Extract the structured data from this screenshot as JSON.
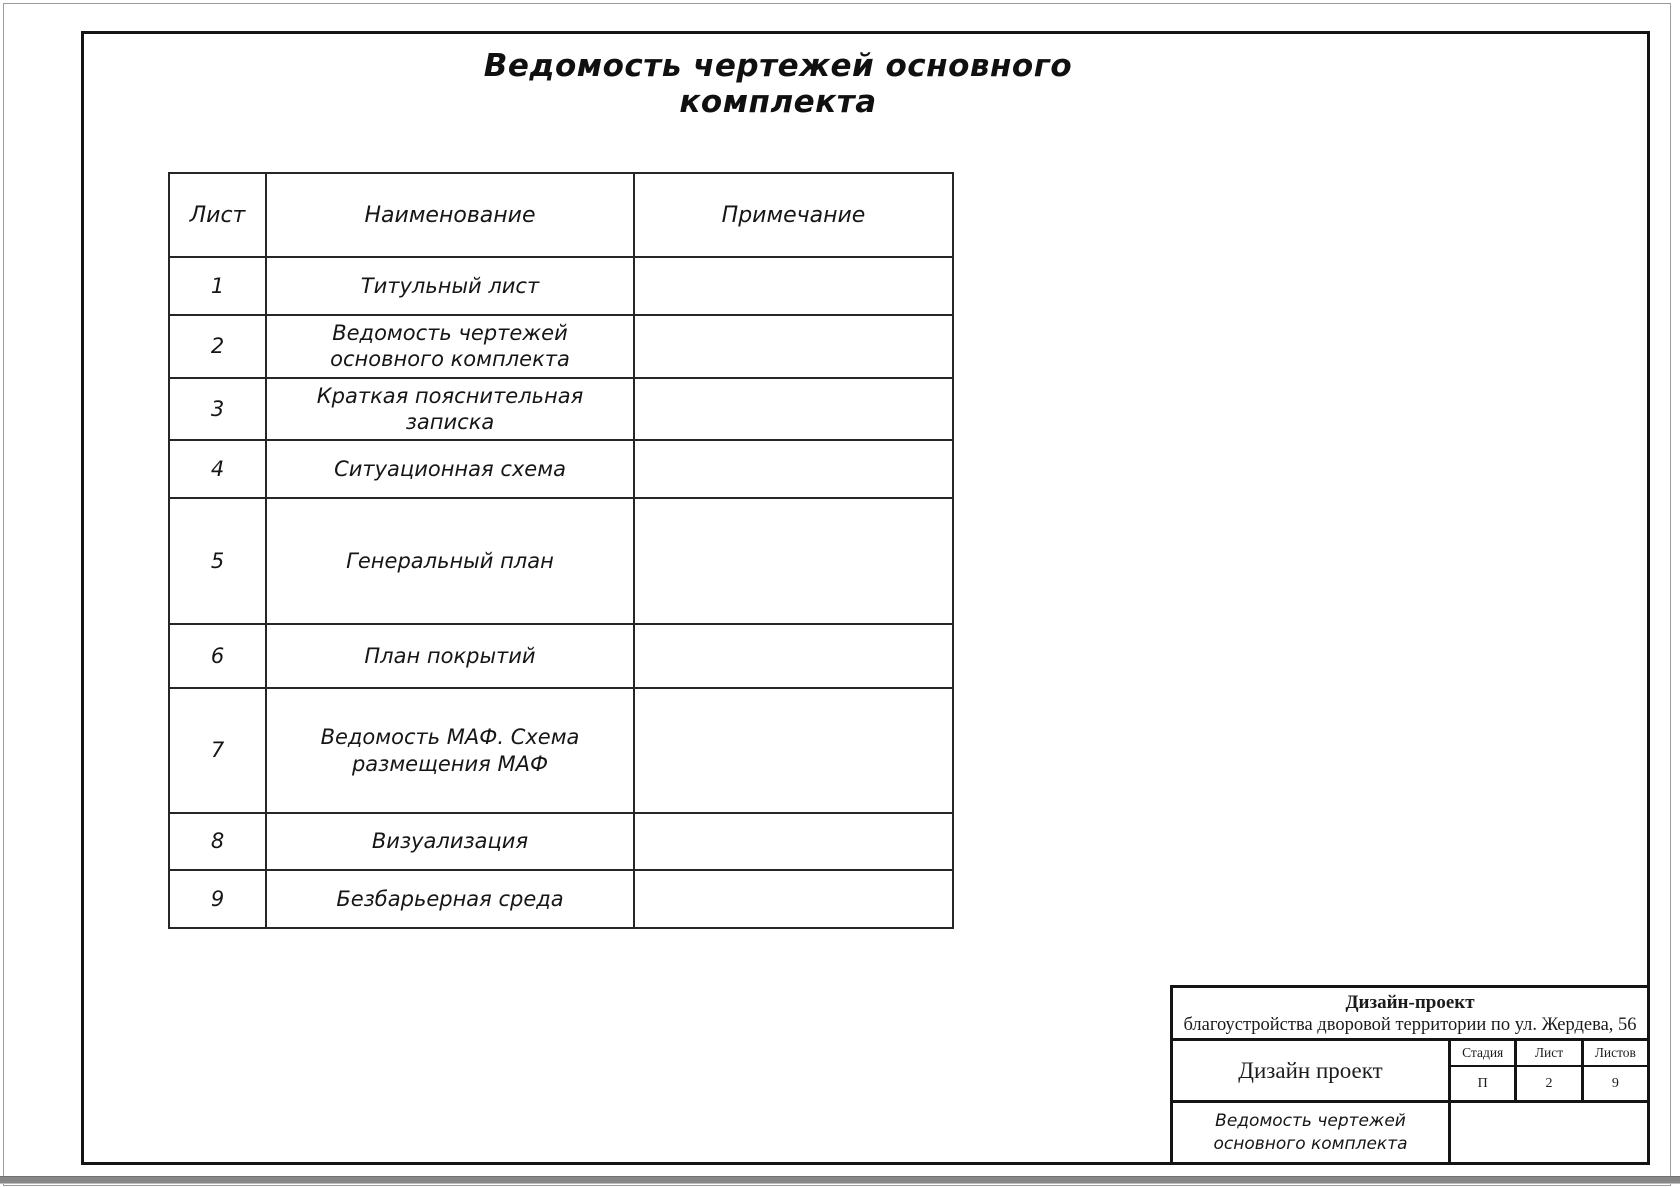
{
  "page": {
    "title": "Ведомость чертежей основного комплекта"
  },
  "table": {
    "headers": {
      "sheet": "Лист",
      "name": "Наименование",
      "note": "Примечание"
    },
    "rows": [
      {
        "sheet": "1",
        "name": "Титульный лист",
        "note": ""
      },
      {
        "sheet": "2",
        "name": "Ведомость чертежей основного комплекта",
        "note": ""
      },
      {
        "sheet": "3",
        "name": "Краткая пояснительная записка",
        "note": ""
      },
      {
        "sheet": "4",
        "name": "Ситуационная схема",
        "note": ""
      },
      {
        "sheet": "5",
        "name": "Генеральный план",
        "note": ""
      },
      {
        "sheet": "6",
        "name": "План покрытий",
        "note": ""
      },
      {
        "sheet": "7",
        "name": "Ведомость МАФ. Схема размещения МАФ",
        "note": ""
      },
      {
        "sheet": "8",
        "name": "Визуализация",
        "note": ""
      },
      {
        "sheet": "9",
        "name": "Безбарьерная среда",
        "note": ""
      }
    ]
  },
  "title_block": {
    "project_title_bold": "Дизайн-проект",
    "project_subtitle": "благоустройства дворовой территории по ул. Жердева, 56",
    "project_name": "Дизайн проект",
    "stage_label": "Стадия",
    "sheet_label": "Лист",
    "sheets_label": "Листов",
    "stage_value": "П",
    "sheet_value": "2",
    "sheets_value": "9",
    "sheet_title": "Ведомость чертежей основного комплекта"
  },
  "colors": {
    "line": "#141414",
    "page_border": "#9b9b9b",
    "bottom_bar": "#878787",
    "background": "#ffffff"
  }
}
